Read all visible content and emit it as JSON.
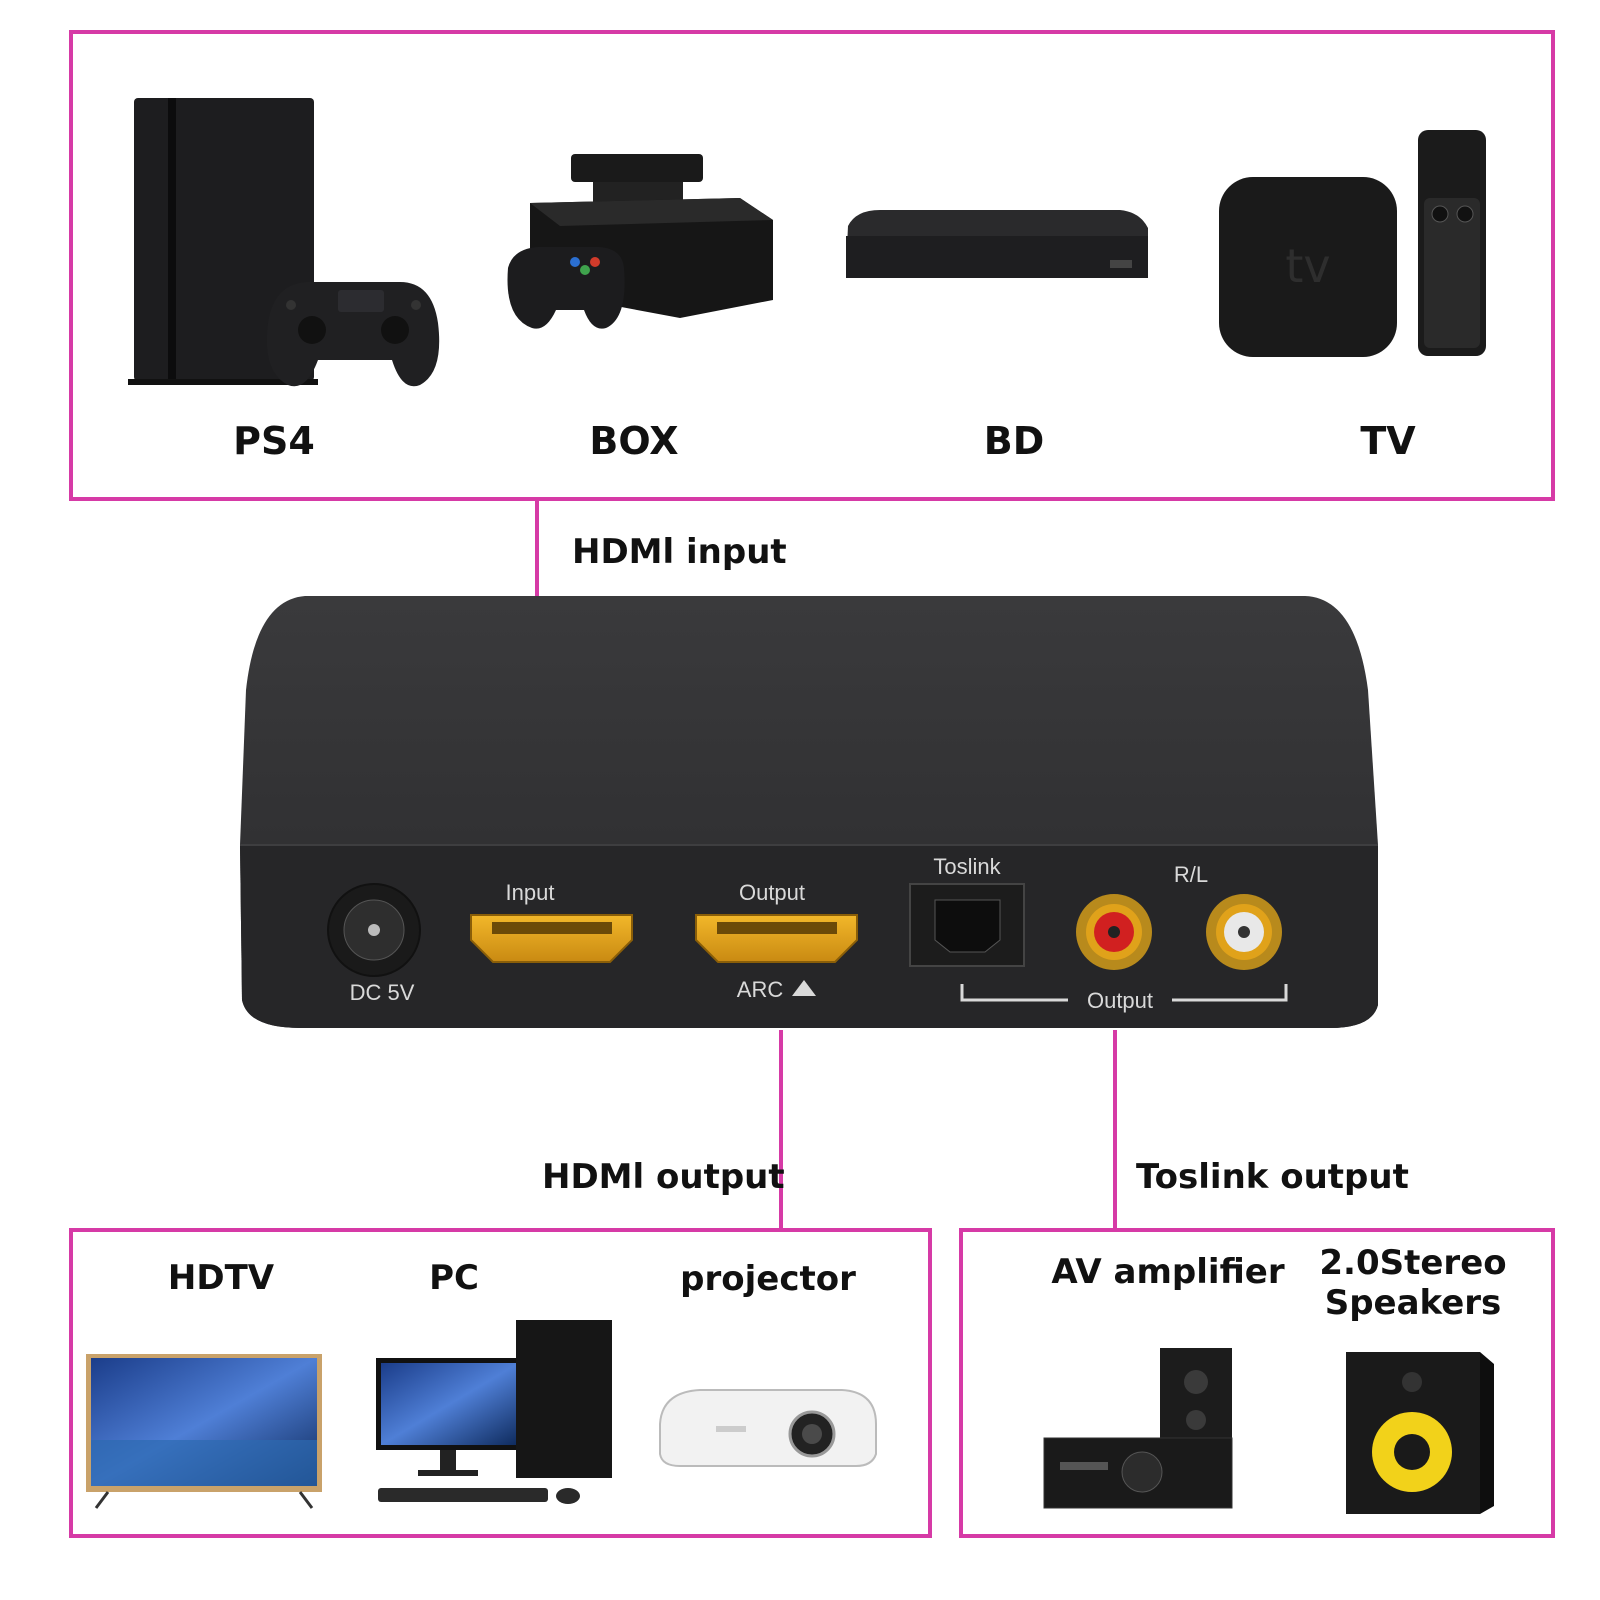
{
  "colors": {
    "frame": "#d63aa6",
    "device_body": "#2e2e30",
    "port_gold": "#e0a21a",
    "background": "#ffffff"
  },
  "sources": [
    {
      "label": "PS4",
      "icon": "game-console-icon"
    },
    {
      "label": "BOX",
      "icon": "game-console-icon"
    },
    {
      "label": "BD",
      "icon": "bluray-player-icon"
    },
    {
      "label": "TV",
      "icon": "streaming-box-icon"
    }
  ],
  "connections": {
    "hdmi_input": "HDMl input",
    "hdmi_output": "HDMl output",
    "toslink_output": "Toslink output"
  },
  "device": {
    "ports": {
      "dc": "DC 5V",
      "input": "Input",
      "output": "Output",
      "arc": "ARC",
      "toslink": "Toslink",
      "rl": "R/L",
      "audio_output": "Output"
    }
  },
  "video_sinks": [
    {
      "label": "HDTV",
      "icon": "television-icon"
    },
    {
      "label": "PC",
      "icon": "desktop-computer-icon"
    },
    {
      "label": "projector",
      "icon": "projector-icon"
    }
  ],
  "audio_sinks": [
    {
      "label": "AV amplifier",
      "icon": "amplifier-icon"
    },
    {
      "label_line1": "2.0Stereo",
      "label_line2": "Speakers",
      "icon": "speaker-icon"
    }
  ]
}
